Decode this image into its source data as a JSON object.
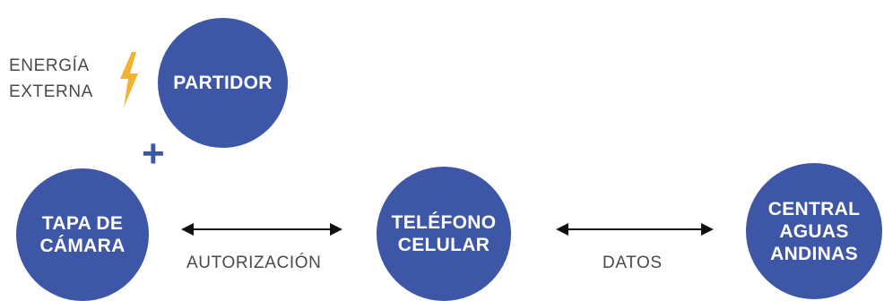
{
  "nodes": {
    "partidor": "PARTIDOR",
    "tapa_camara": "TAPA DE\nCÁMARA",
    "telefono_celular": "TELÉFONO\nCELULAR",
    "central_aguas_andinas": "CENTRAL\nAGUAS\nANDINAS"
  },
  "energy": {
    "line1": "ENERGÍA",
    "line2": "EXTERNA",
    "icon": "lightning-bolt-icon"
  },
  "plus_symbol": "+",
  "edges": {
    "autorizacion": "AUTORIZACIÓN",
    "datos": "DATOS"
  },
  "colors": {
    "node_fill": "#3d56a6",
    "node_text": "#ffffff",
    "label_text": "#4a4a4a",
    "bolt": "#f2b233",
    "arrow": "#111111"
  }
}
